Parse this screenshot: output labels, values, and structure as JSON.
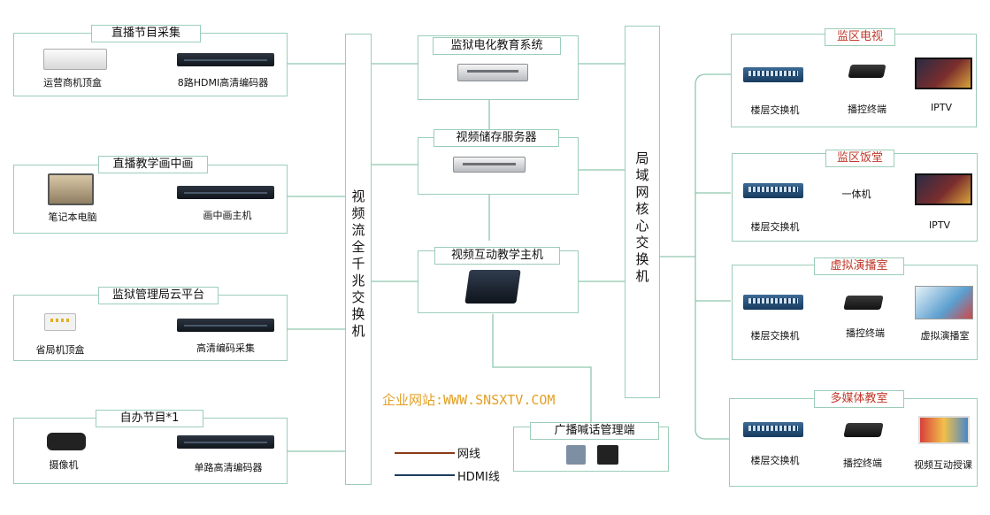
{
  "colors": {
    "border": "#9ccdb9",
    "connector": "#8fc7ae",
    "red_title": "#c0392b",
    "watermark": "#e3a024",
    "network_line": "#8b3a1a",
    "hdmi_line": "#1d3c5e"
  },
  "left_panels": [
    {
      "title": "直播节目采集",
      "left_label": "运营商机顶盒",
      "right_label": "8路HDMI高清编码器",
      "left_icon": "set-top-box-icon",
      "right_icon": "rack-encoder-icon"
    },
    {
      "title": "直播教学画中画",
      "left_label": "笔记本电脑",
      "right_label": "画中画主机",
      "left_icon": "laptop-icon",
      "right_icon": "rack-host-icon"
    },
    {
      "title": "监狱管理局云平台",
      "left_label": "省局机顶盒",
      "right_label": "高清编码采集",
      "left_icon": "router-icon",
      "right_icon": "rack-encoder-icon"
    },
    {
      "title": "自办节目*1",
      "left_label": "摄像机",
      "right_label": "单路高清编码器",
      "left_icon": "camera-icon",
      "right_icon": "rack-encoder-icon"
    }
  ],
  "gigabit_switch": {
    "label": "视频流全千兆交换机"
  },
  "center_panels": [
    {
      "title": "监狱电化教育系统",
      "icon": "server-icon"
    },
    {
      "title": "视频储存服务器",
      "icon": "server-icon"
    },
    {
      "title": "视频互动教学主机",
      "icon": "console-icon"
    }
  ],
  "broadcast": {
    "title": "广播喊话管理端",
    "icons": [
      "microphone-icon",
      "terminal-icon"
    ]
  },
  "core_switch": {
    "label": "局域网核心交换机"
  },
  "right_panels": [
    {
      "title": "监区电视",
      "items": [
        "楼层交换机",
        "播控终端",
        "IPTV"
      ]
    },
    {
      "title": "监区饭堂",
      "items": [
        "楼层交换机",
        "一体机",
        "IPTV"
      ]
    },
    {
      "title": "虚拟演播室",
      "items": [
        "楼层交换机",
        "播控终端",
        "虚拟演播室"
      ]
    },
    {
      "title": "多媒体教室",
      "items": [
        "楼层交换机",
        "播控终端",
        "视频互动授课"
      ]
    }
  ],
  "watermark": "企业网站:WWW.SNSXTV.COM",
  "legend": [
    {
      "label": "网线",
      "color": "#8b3a1a"
    },
    {
      "label": "HDMI线",
      "color": "#1d3c5e"
    }
  ]
}
